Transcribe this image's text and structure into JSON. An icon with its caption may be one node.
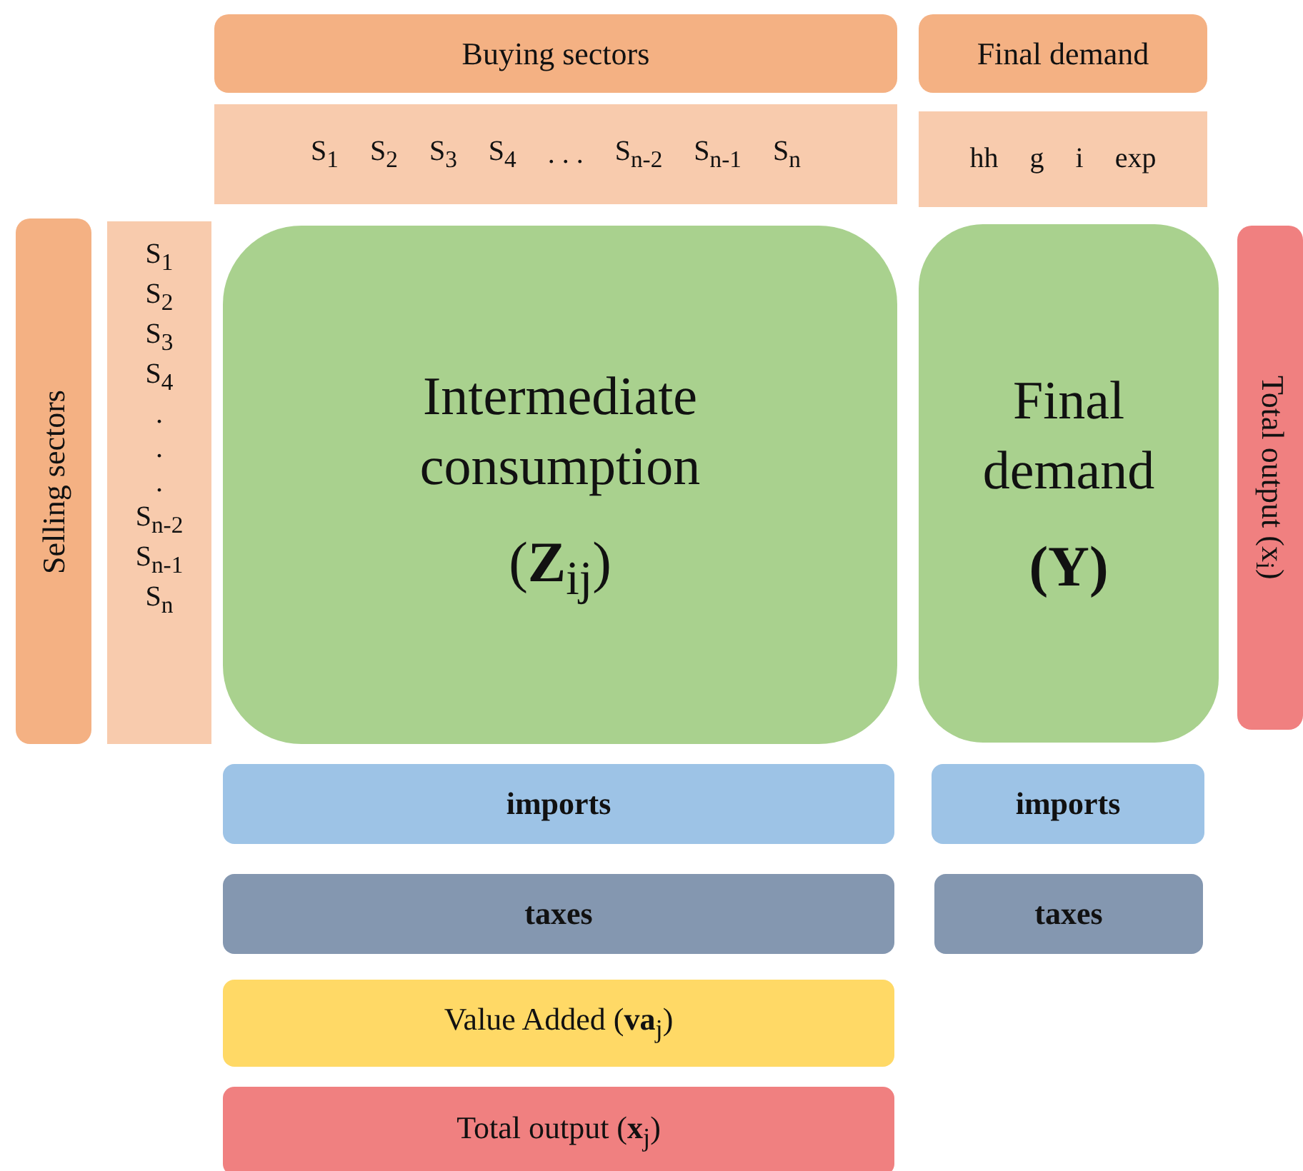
{
  "diagram": {
    "nodes": [
      {
        "text": [
          "Buying sectors"
        ]
      },
      {
        "text": [
          "Final demand"
        ]
      },
      {
        "text": [
          "S$_{1}$",
          "S$_{2}$",
          "S$_{3}$",
          "S$_{4}$",
          ". . .",
          "S$_{n-2}$",
          "S$_{n-1}$",
          "S$_{n}$"
        ]
      },
      {
        "text": [
          "hh",
          "g",
          "i",
          "exp"
        ]
      },
      {
        "text": [
          "Selling sectors"
        ]
      },
      {
        "text": [
          "S$_{1}$",
          "S$_{2}$",
          "S$_{3}$",
          "S$_{4}$",
          ".",
          ".",
          ".",
          "S$_{n-2}$",
          "S$_{n-1}$",
          "S$_{n}$"
        ]
      },
      {
        "text": [
          "Intermediate consumption",
          "(**Z**$_{ij}$)"
        ]
      },
      {
        "text": [
          "Final demand",
          "(Y)"
        ]
      },
      {
        "text": [
          "Total output (x$_{i}$)"
        ]
      },
      {
        "text": [
          "imports"
        ]
      },
      {
        "text": [
          "imports"
        ]
      },
      {
        "text": [
          "taxes"
        ]
      },
      {
        "text": [
          "taxes"
        ]
      },
      {
        "text": [
          "Value Added (**va**$_{j}$)"
        ]
      },
      {
        "text": [
          "Total output (**x**$_{j}$)"
        ]
      }
    ]
  }
}
